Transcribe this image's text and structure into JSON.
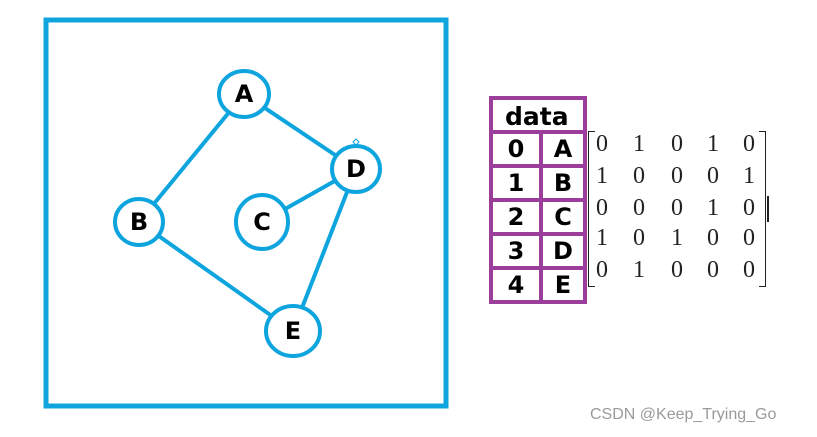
{
  "graph": {
    "nodes": [
      {
        "id": "A",
        "label": "A"
      },
      {
        "id": "B",
        "label": "B"
      },
      {
        "id": "C",
        "label": "C"
      },
      {
        "id": "D",
        "label": "D"
      },
      {
        "id": "E",
        "label": "E"
      }
    ],
    "edges": [
      [
        "A",
        "B"
      ],
      [
        "A",
        "D"
      ],
      [
        "C",
        "D"
      ],
      [
        "B",
        "E"
      ],
      [
        "D",
        "E"
      ]
    ],
    "color": "#0ea5df"
  },
  "table": {
    "header": "data",
    "rows": [
      {
        "index": "0",
        "value": "A"
      },
      {
        "index": "1",
        "value": "B"
      },
      {
        "index": "2",
        "value": "C"
      },
      {
        "index": "3",
        "value": "D"
      },
      {
        "index": "4",
        "value": "E"
      }
    ],
    "border_color": "#9b3d9b"
  },
  "matrix": [
    [
      "0",
      "1",
      "0",
      "1",
      "0"
    ],
    [
      "1",
      "0",
      "0",
      "0",
      "1"
    ],
    [
      "0",
      "0",
      "0",
      "1",
      "0"
    ],
    [
      "1",
      "0",
      "1",
      "0",
      "0"
    ],
    [
      "0",
      "1",
      "0",
      "0",
      "0"
    ]
  ],
  "watermark": "CSDN @Keep_Trying_Go"
}
